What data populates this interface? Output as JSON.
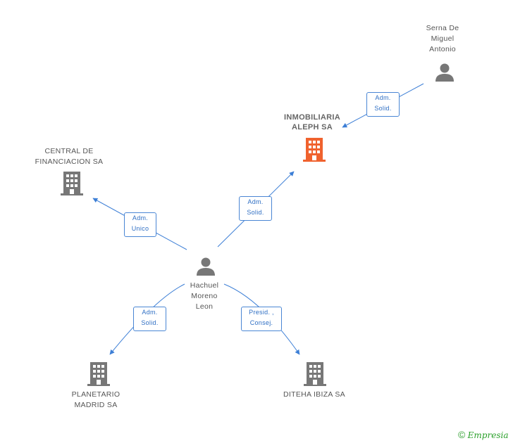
{
  "nodes": {
    "serna": {
      "label": "Serna De\nMiguel\nAntonio",
      "kind": "person"
    },
    "inmobiliaria": {
      "label": "INMOBILIARIA\nALEPH SA",
      "kind": "company-focus"
    },
    "central": {
      "label": "CENTRAL DE\nFINANCIACION SA",
      "kind": "company"
    },
    "hachuel": {
      "label": "Hachuel\nMoreno\nLeon",
      "kind": "person"
    },
    "planetario": {
      "label": "PLANETARIO\nMADRID SA",
      "kind": "company"
    },
    "diteha": {
      "label": "DITEHA IBIZA SA",
      "kind": "company"
    }
  },
  "edges": {
    "serna_inmobiliaria": {
      "line1": "Adm.",
      "line2": "Solid."
    },
    "hachuel_inmobiliaria": {
      "line1": "Adm.",
      "line2": "Solid."
    },
    "hachuel_central": {
      "line1": "Adm.",
      "line2": "Unico"
    },
    "hachuel_planetario": {
      "line1": "Adm.",
      "line2": "Solid."
    },
    "hachuel_diteha": {
      "line1": "Presid. ,",
      "line2": "Consej."
    }
  },
  "footer": {
    "copyright": "©",
    "brand": "Empresia"
  },
  "colors": {
    "edge": "#3d7fd6",
    "person": "#777777",
    "company": "#777777",
    "focus": "#f0622e"
  }
}
